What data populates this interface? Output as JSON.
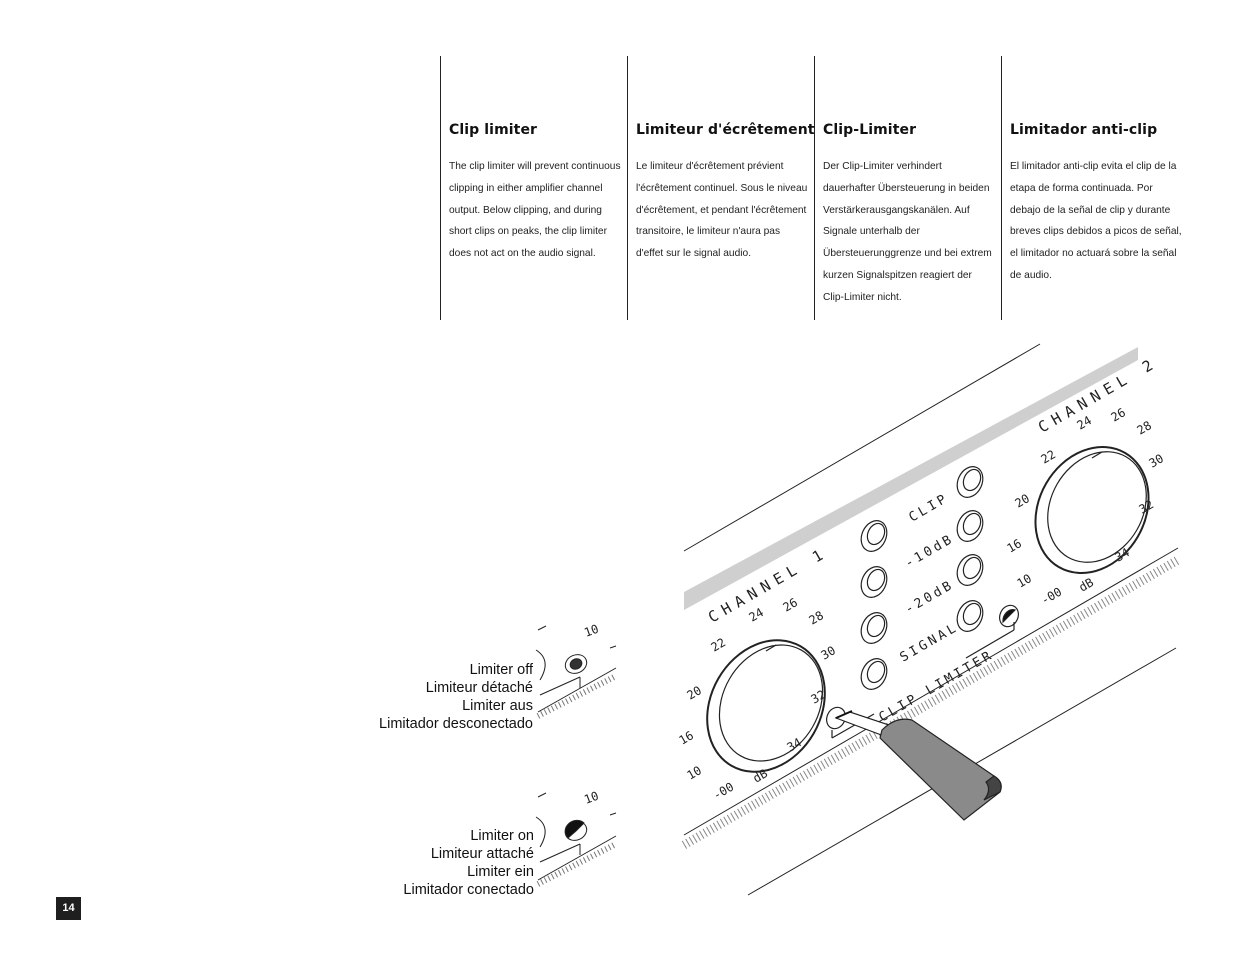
{
  "columns": [
    {
      "heading": "Clip limiter",
      "body": "The clip limiter will prevent continuous clipping in either amplifier channel output. Below clipping, and during short clips on peaks, the clip limiter does not act on the audio signal."
    },
    {
      "heading": "Limiteur d'écrêtement",
      "body": "Le limiteur d'écrêtement prévient l'écrêtement continuel. Sous le niveau d'écrêtement, et pendant l'écrêtement transitoire, le limiteur n'aura pas d'effet sur le signal audio."
    },
    {
      "heading": "Clip-Limiter",
      "body": "Der Clip-Limiter verhindert dauerhafter Übersteuerung in beiden Verstärkerausgangskanälen. Auf Signale unterhalb der Übersteuerunggrenze und bei extrem kurzen Signalspitzen reagiert der Clip-Limiter nicht."
    },
    {
      "heading": "Limitador anti-clip",
      "body": "El limitador anti-clip evita el clip de la etapa de forma continuada. Por debajo de la señal de clip y durante breves clips debidos a picos de señal, el limitador no actuará sobre la señal de audio."
    }
  ],
  "captions": {
    "off": [
      "Limiter off",
      "Limiteur détaché",
      "Limiter aus",
      "Limitador desconectado"
    ],
    "on": [
      "Limiter on",
      "Limiteur attaché",
      "Limiter ein",
      "Limitador conectado"
    ]
  },
  "panel": {
    "channel1": "CHANNEL 1",
    "channel2": "CHANNEL 2",
    "leds": [
      "CLIP",
      "-10dB",
      "-20dB",
      "SIGNAL"
    ],
    "limiter_label": "CLIP LIMITER",
    "dial_ticks": [
      "-00",
      "10",
      "16",
      "20",
      "22",
      "24",
      "26",
      "28",
      "30",
      "32",
      "34"
    ],
    "dial_unit": "dB",
    "small_tick": "10"
  },
  "page_number": "14"
}
